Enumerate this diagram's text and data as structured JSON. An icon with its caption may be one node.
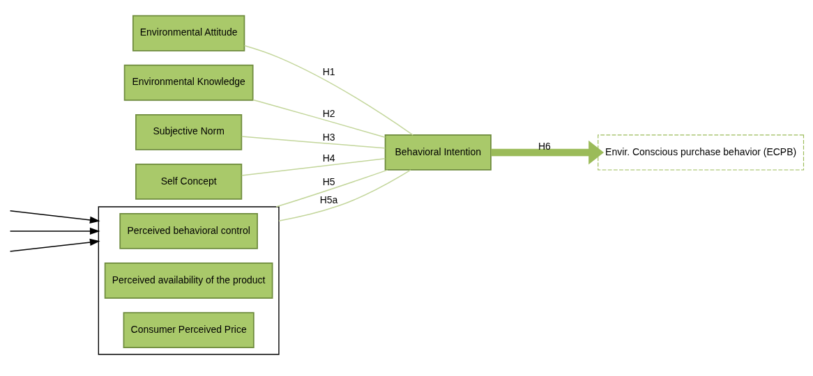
{
  "diagram": {
    "nodes": [
      {
        "text": [
          "Environmental Attitude"
        ]
      },
      {
        "text": [
          "Environmental Knowledge"
        ]
      },
      {
        "text": [
          "Subjective Norm"
        ]
      },
      {
        "text": [
          "Self Concept"
        ]
      },
      {
        "text": [],
        "shape": "box"
      },
      {
        "text": [
          "Perceived behavioral control"
        ],
        "in": 4
      },
      {
        "text": [
          "Perceived availability of the product"
        ],
        "in": 4
      },
      {
        "text": [
          "Consumer Perceived Price"
        ],
        "in": 4
      },
      {
        "text": [
          "Behavioral Intention"
        ]
      },
      {
        "text": [
          "Envir. Conscious purchase behavior (ECPB)"
        ]
      }
    ],
    "edges": [
      {
        "from": 0,
        "to": 8,
        "arrow": "none",
        "label": "H1"
      },
      {
        "from": 1,
        "to": 8,
        "arrow": "none",
        "label": "H2"
      },
      {
        "from": 2,
        "to": 8,
        "arrow": "none",
        "label": "H3"
      },
      {
        "from": 3,
        "to": 8,
        "arrow": "none",
        "label": "H4"
      },
      {
        "from": 4,
        "to": 8,
        "arrow": "none",
        "label": "H5"
      },
      {
        "from": 4,
        "to": 8,
        "arrow": "none",
        "label": "H5a"
      },
      {
        "from": 8,
        "to": 9,
        "arrow": "to",
        "label": "H6",
        "style": "thick",
        "color": "#9bbb59"
      },
      {
        "from": null,
        "to": 4,
        "arrow": "to",
        "color": "#000000"
      },
      {
        "from": null,
        "to": 4,
        "arrow": "to",
        "color": "#000000"
      },
      {
        "from": null,
        "to": 4,
        "arrow": "to",
        "color": "#000000"
      }
    ]
  }
}
